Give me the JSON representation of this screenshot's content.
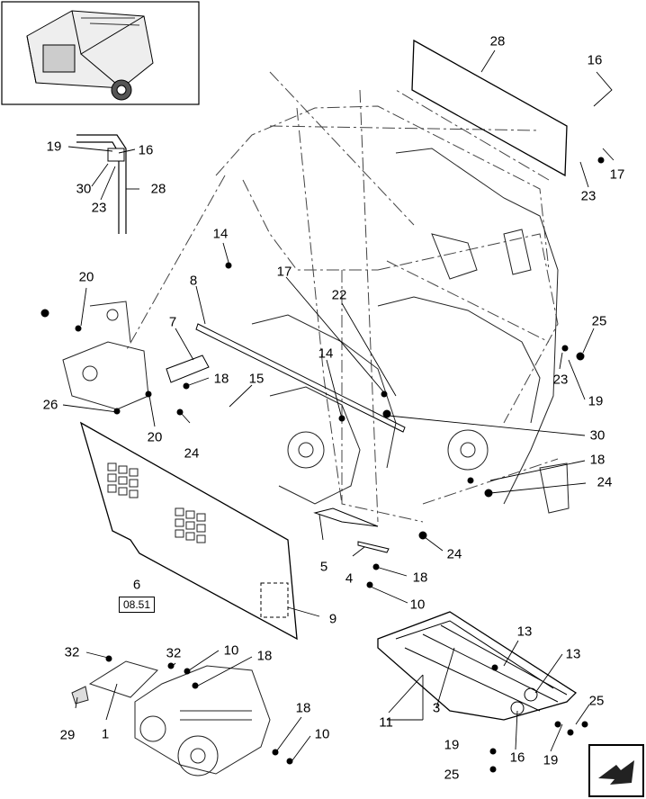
{
  "diagram": {
    "callouts": [
      {
        "id": "c28a",
        "text": "28"
      },
      {
        "id": "c16a",
        "text": "16"
      },
      {
        "id": "c17a",
        "text": "17"
      },
      {
        "id": "c23a",
        "text": "23"
      },
      {
        "id": "c19a",
        "text": "19"
      },
      {
        "id": "c16b",
        "text": "16"
      },
      {
        "id": "c30a",
        "text": "30"
      },
      {
        "id": "c28b",
        "text": "28"
      },
      {
        "id": "c23b",
        "text": "23"
      },
      {
        "id": "c14a",
        "text": "14"
      },
      {
        "id": "c20a",
        "text": "20"
      },
      {
        "id": "c8",
        "text": "8"
      },
      {
        "id": "c17b",
        "text": "17"
      },
      {
        "id": "c22",
        "text": "22"
      },
      {
        "id": "c25a",
        "text": "25"
      },
      {
        "id": "c7",
        "text": "7"
      },
      {
        "id": "c14b",
        "text": "14"
      },
      {
        "id": "c18a",
        "text": "18"
      },
      {
        "id": "c15",
        "text": "15"
      },
      {
        "id": "c23c",
        "text": "23"
      },
      {
        "id": "c19b",
        "text": "19"
      },
      {
        "id": "c26",
        "text": "26"
      },
      {
        "id": "c20b",
        "text": "20"
      },
      {
        "id": "c24a",
        "text": "24"
      },
      {
        "id": "c30b",
        "text": "30"
      },
      {
        "id": "c18b",
        "text": "18"
      },
      {
        "id": "c24b",
        "text": "24"
      },
      {
        "id": "c5",
        "text": "5"
      },
      {
        "id": "c4",
        "text": "4"
      },
      {
        "id": "c24c",
        "text": "24"
      },
      {
        "id": "c18c",
        "text": "18"
      },
      {
        "id": "c6",
        "text": "6"
      },
      {
        "id": "c10a",
        "text": "10"
      },
      {
        "id": "c9",
        "text": "9"
      },
      {
        "id": "c13a",
        "text": "13"
      },
      {
        "id": "c13b",
        "text": "13"
      },
      {
        "id": "c32a",
        "text": "32"
      },
      {
        "id": "c32b",
        "text": "32"
      },
      {
        "id": "c10b",
        "text": "10"
      },
      {
        "id": "c18d",
        "text": "18"
      },
      {
        "id": "c25b",
        "text": "25"
      },
      {
        "id": "c29",
        "text": "29"
      },
      {
        "id": "c1",
        "text": "1"
      },
      {
        "id": "c18e",
        "text": "18"
      },
      {
        "id": "c11",
        "text": "11"
      },
      {
        "id": "c3",
        "text": "3"
      },
      {
        "id": "c16c",
        "text": "16"
      },
      {
        "id": "c19c",
        "text": "19"
      },
      {
        "id": "c10c",
        "text": "10"
      },
      {
        "id": "c19d",
        "text": "19"
      },
      {
        "id": "c25c",
        "text": "25"
      }
    ],
    "reference_box": "08.51"
  }
}
